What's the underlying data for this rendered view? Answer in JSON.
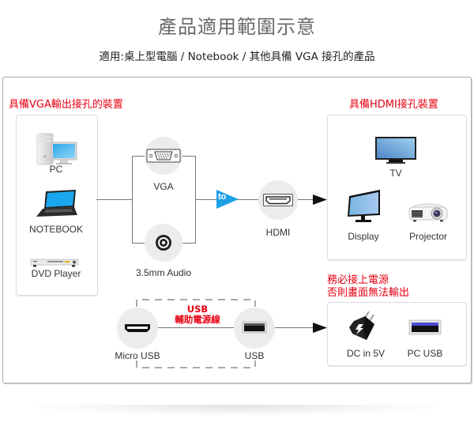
{
  "header": {
    "title": "產品適用範圍示意",
    "subtitle": "適用:桌上型電腦 / Notebook / 其他具備 VGA 接孔的產品"
  },
  "source_section": {
    "heading": "具備VGA輸出接孔的裝置",
    "devices": [
      {
        "icon": "desktop-pc-icon",
        "label": "PC"
      },
      {
        "icon": "laptop-icon",
        "label": "NOTEBOOK"
      },
      {
        "icon": "dvd-player-icon",
        "label": "DVD Player"
      }
    ]
  },
  "inputs": [
    {
      "icon": "vga-port-icon",
      "label": "VGA"
    },
    {
      "icon": "audio-jack-icon",
      "label": "3.5mm Audio"
    }
  ],
  "converter": {
    "badge": "to",
    "badge_color": "#1ea0e6"
  },
  "output": {
    "icon": "hdmi-port-icon",
    "label": "HDMI"
  },
  "target_section": {
    "heading": "具備HDMI接孔裝置",
    "devices": [
      {
        "icon": "tv-icon",
        "label": "TV"
      },
      {
        "icon": "monitor-icon",
        "label": "Display"
      },
      {
        "icon": "projector-icon",
        "label": "Projector"
      }
    ]
  },
  "power": {
    "note_line1": "務必接上電源",
    "note_line2": "否則畫面無法輸出",
    "cable_label_line1": "USB",
    "cable_label_line2": "輔助電源線",
    "connectors": [
      {
        "icon": "micro-usb-port-icon",
        "label": "Micro USB"
      },
      {
        "icon": "usb-port-icon",
        "label": "USB"
      }
    ],
    "sources": [
      {
        "icon": "power-adapter-icon",
        "label": "DC in 5V"
      },
      {
        "icon": "pc-usb-port-icon",
        "label": "PC USB"
      }
    ]
  },
  "colors": {
    "accent_red": "#e60012",
    "accent_blue": "#1ea0e6",
    "screen_blue": "#6fa8dc"
  }
}
